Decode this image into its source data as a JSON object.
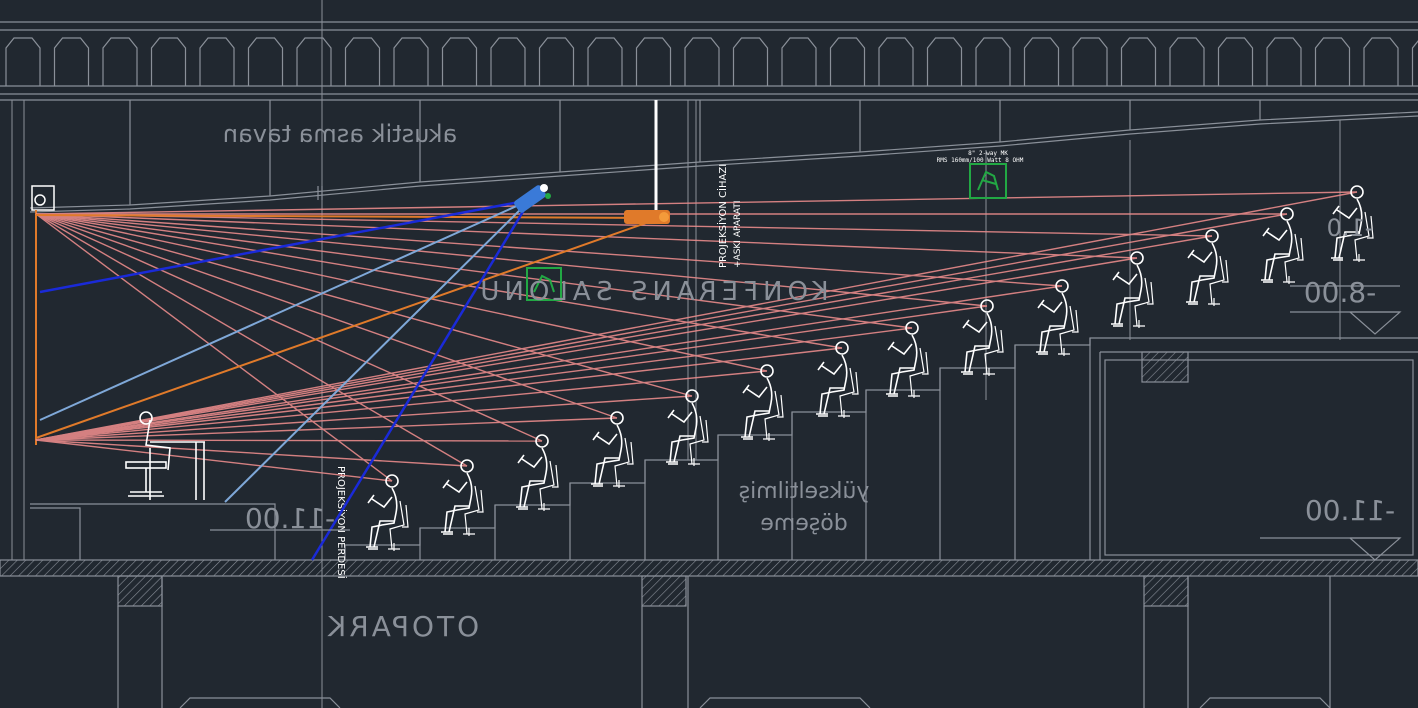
{
  "drawing": {
    "labels": {
      "ceiling": "akustik asma tavan",
      "hall": "KONFERANS SALONU",
      "projector": "PROJEKSİYON CİHAZI",
      "projector_sub": "+ASKI APARATI",
      "raised_floor_1": "yükseltilmiş",
      "raised_floor_2": "döşeme",
      "parking": "OTOPARK",
      "level_left": "-11.00",
      "level_right": "-11.00",
      "level_mid_right": "-8.00",
      "level_top_right": "-1.0",
      "screen_label": "PROJEKSİYON PERDESİ",
      "speaker_line1": "8\" 2-way MK",
      "speaker_line2": "RMS 160mm/100 Watt 8 OHM"
    },
    "colors": {
      "background": "#212830",
      "structure": "#8a9099",
      "people": "#ffffff",
      "sightlines": "#e88a8a",
      "projection": "#e07a2a",
      "beam_light": "#7fa8d8",
      "beam_dark": "#1a2ad8",
      "green_symbol": "#22a844"
    },
    "icons": [
      "projector-icon",
      "camera-icon",
      "speaker-icon",
      "screen-icon",
      "seated-person-icon",
      "desk-chair-icon"
    ]
  }
}
